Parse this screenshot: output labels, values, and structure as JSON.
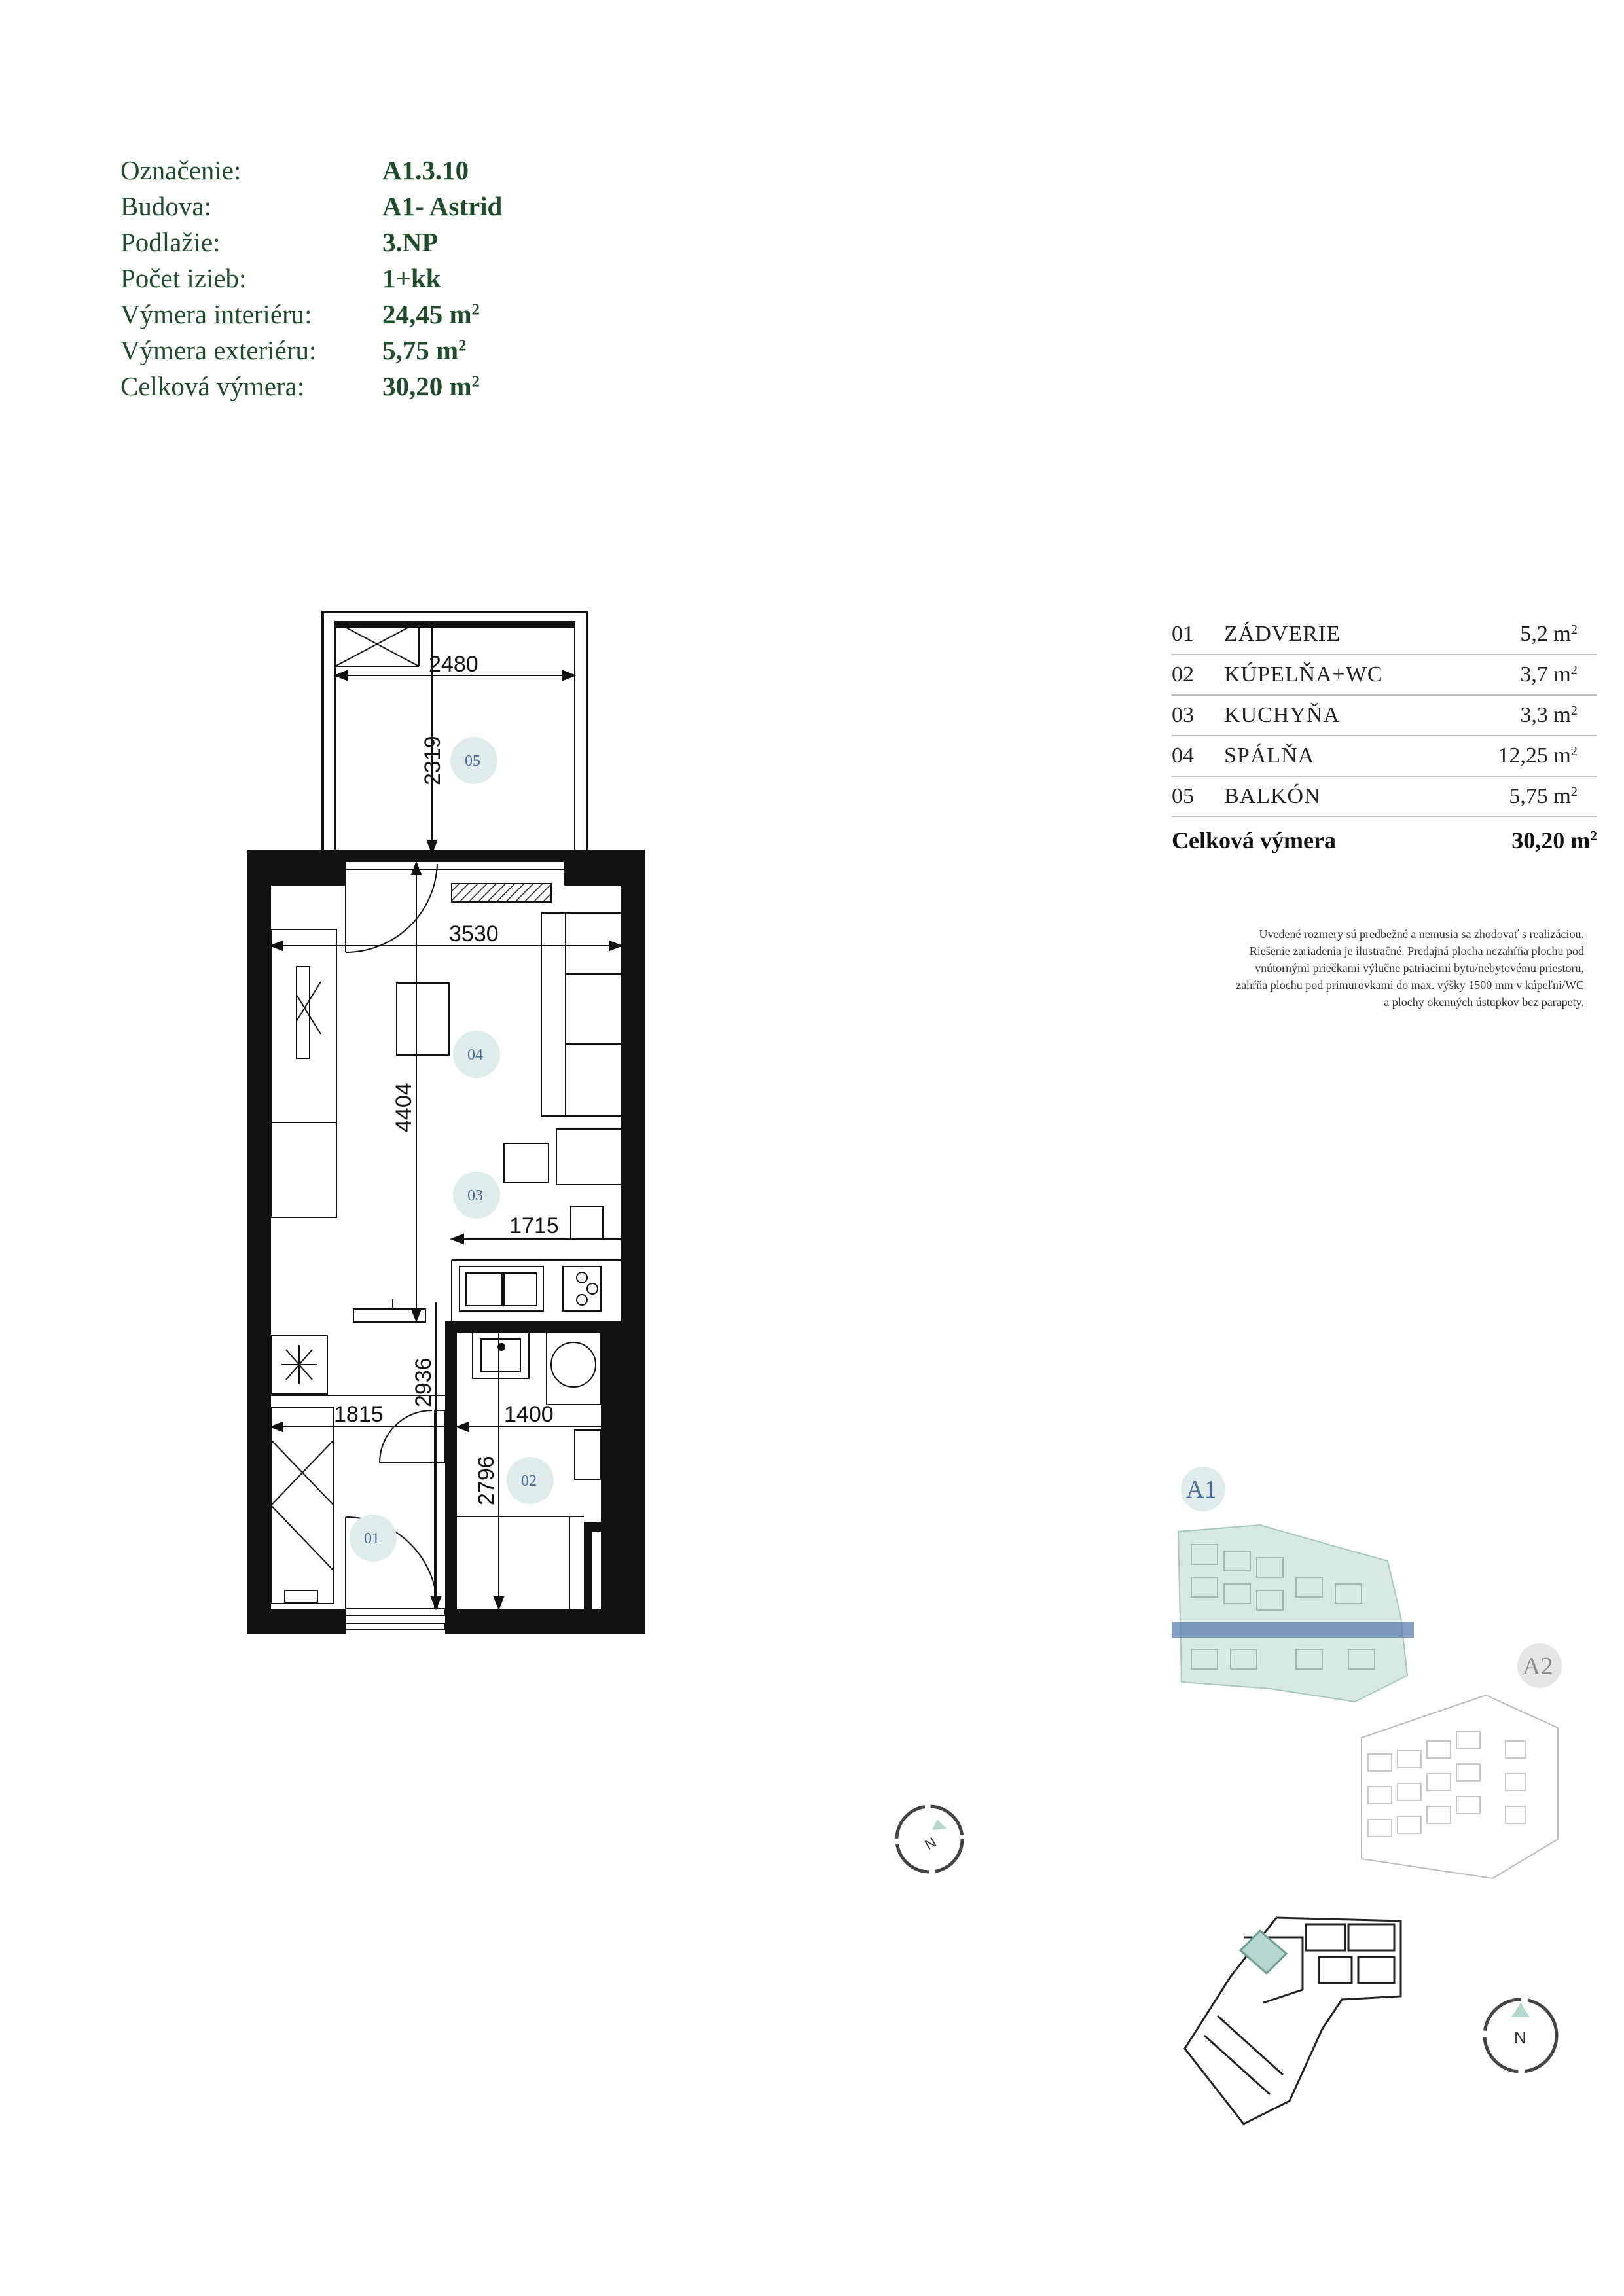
{
  "specs": [
    {
      "label": "Označenie:",
      "value": "A1.3.10"
    },
    {
      "label": "Budova:",
      "value": "A1- Astrid"
    },
    {
      "label": "Podlažie:",
      "value": "3.NP"
    },
    {
      "label": "Počet izieb:",
      "value": "1+kk"
    },
    {
      "label": "Výmera interiéru:",
      "value": "24,45 m",
      "sup": "2"
    },
    {
      "label": "Výmera exteriéru:",
      "value": "5,75 m",
      "sup": "2"
    },
    {
      "label": "Celková výmera:",
      "value": "30,20 m",
      "sup": "2"
    }
  ],
  "rooms": [
    {
      "num": "01",
      "name": "ZÁDVERIE",
      "area": "5,2 m",
      "sup": "2"
    },
    {
      "num": "02",
      "name": "KÚPELŇA+WC",
      "area": "3,7 m",
      "sup": "2"
    },
    {
      "num": "03",
      "name": "KUCHYŇA",
      "area": "3,3 m",
      "sup": "2"
    },
    {
      "num": "04",
      "name": "SPÁLŇA",
      "area": "12,25 m",
      "sup": "2"
    },
    {
      "num": "05",
      "name": "BALKÓN",
      "area": "5,75 m",
      "sup": "2"
    }
  ],
  "total": {
    "label": "Celková výmera",
    "value": "30,20 m",
    "sup": "2"
  },
  "note": [
    "Uvedené rozmery sú predbežné a nemusia sa zhodovať s realizáciou.",
    "Riešenie zariadenia je ilustračné. Predajná plocha nezahŕňa plochu pod",
    "vnútornými priečkami výlučne patriacimi bytu/nebytovému priestoru,",
    "zahŕňa plochu pod primurovkami do max. výšky 1500 mm v kúpeľni/WC",
    "a plochy okenných ústupkov bez parapety."
  ],
  "dimensions": {
    "balcony_width": "2480",
    "balcony_depth": "2319",
    "room_width": "3530",
    "room_length": "4404",
    "kitchen_width": "1715",
    "hall_length": "2936",
    "hall_width": "1815",
    "bath_width": "1400",
    "bath_length": "2796"
  },
  "badges": {
    "b01": "01",
    "b02": "02",
    "b03": "03",
    "b04": "04",
    "b05": "05"
  },
  "buildings": {
    "a1": "A1",
    "a2": "A2"
  },
  "compass": {
    "letter": "N"
  },
  "colors": {
    "spec_text": "#1f4d2b",
    "badge": "#dfeceb",
    "highlight": "#5b7fae",
    "a1_tint": "#d8e9e4"
  }
}
